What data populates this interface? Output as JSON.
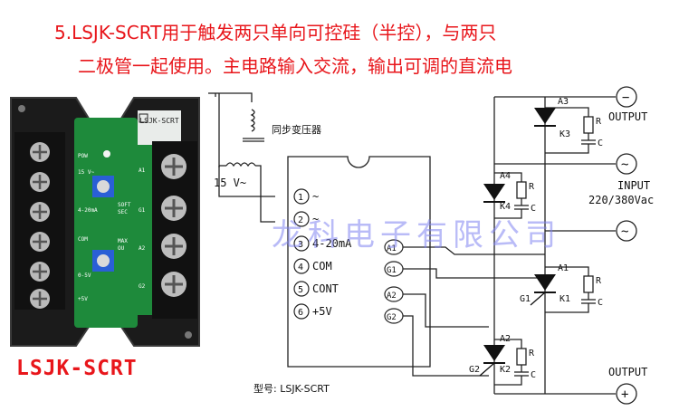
{
  "header": {
    "line1": "5.LSJK-SCRT用于触发两只单向可控硅（半控），与两只",
    "line2": "二极管一起使用。主电路输入交流，输出可调的直流电"
  },
  "product": {
    "model_caption": "LSJK-SCRT",
    "board_model": "LSJK-SCRT",
    "pin_labels": [
      "A1",
      "G1",
      "A2",
      "G2"
    ],
    "left_labels": [
      "POW",
      "15 V~",
      "4-20mA",
      "COM",
      "0-5V",
      "+5V"
    ],
    "pot_labels": [
      "SOFT",
      "SEC",
      "MAX",
      "OU"
    ]
  },
  "schematic": {
    "transformer_label": "同步变压器",
    "transformer_voltage": "15 V~",
    "ic_pins": [
      {
        "num": "1",
        "label": "~"
      },
      {
        "num": "2",
        "label": "~"
      },
      {
        "num": "3",
        "label": "4-20mA"
      },
      {
        "num": "4",
        "label": "COM"
      },
      {
        "num": "5",
        "label": "CONT"
      },
      {
        "num": "6",
        "label": "+5V"
      }
    ],
    "ic_right_pins": [
      "A1",
      "G1",
      "A2",
      "G2"
    ],
    "model_label": "型号: LSJK-SCRT",
    "output_top": "OUTPUT",
    "output_bottom": "OUTPUT",
    "input_label": "INPUT",
    "input_voltage": "220/380Vac",
    "watermark": "龙科电子有限公司",
    "components": {
      "a3": "A3",
      "k3": "K3",
      "a4": "A4",
      "k4": "K4",
      "a1": "A1",
      "g1": "G1",
      "k1": "K1",
      "a2": "A2",
      "g2": "G2",
      "k2": "K2",
      "r": "R",
      "c": "C"
    },
    "symbols": {
      "minus": "−",
      "ac": "~",
      "plus": "+"
    }
  }
}
